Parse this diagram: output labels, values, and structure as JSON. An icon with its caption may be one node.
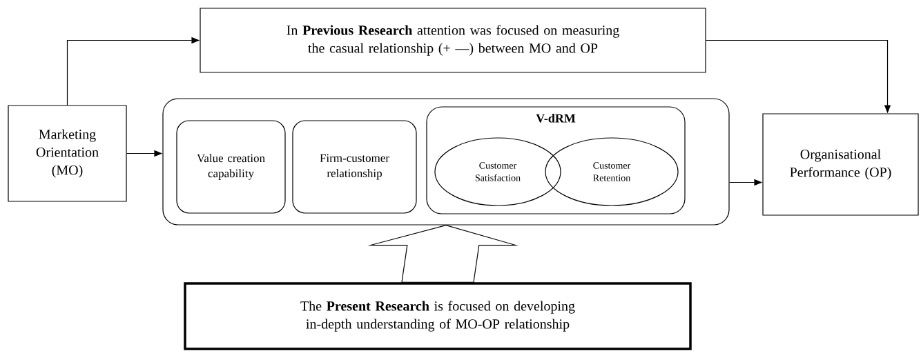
{
  "diagram": {
    "nodes": [
      {
        "text": [
          "Marketing Orientation (MO)"
        ]
      },
      {
        "text": [
          "In **Previous Research** attention was focused on measuring the casual relationship (+ —) between MO and OP"
        ]
      },
      {
        "text": [],
        "shape": "box"
      },
      {
        "text": [
          "Value creation capability"
        ],
        "in": 2
      },
      {
        "text": [
          "Firm-customer relationship"
        ],
        "in": 2
      },
      {
        "text": [
          "V-dRM"
        ],
        "in": 2
      },
      {
        "text": [
          "Customer Satisfaction"
        ],
        "in": 5
      },
      {
        "text": [
          "Customer Retention"
        ],
        "in": 5
      },
      {
        "text": [
          "Organisational Performance (OP)"
        ]
      },
      {
        "text": [
          "The **Present Research** is focused on developing in-depth understanding of MO-OP relationship"
        ]
      }
    ],
    "edges": [
      {
        "from": 0,
        "to": 1,
        "arrow": "to"
      },
      {
        "from": 1,
        "to": 8,
        "arrow": "to"
      },
      {
        "from": 0,
        "to": 2,
        "arrow": "to"
      },
      {
        "from": 2,
        "to": 8,
        "arrow": "to"
      },
      {
        "from": 9,
        "to": 2,
        "arrow": "to"
      }
    ]
  }
}
